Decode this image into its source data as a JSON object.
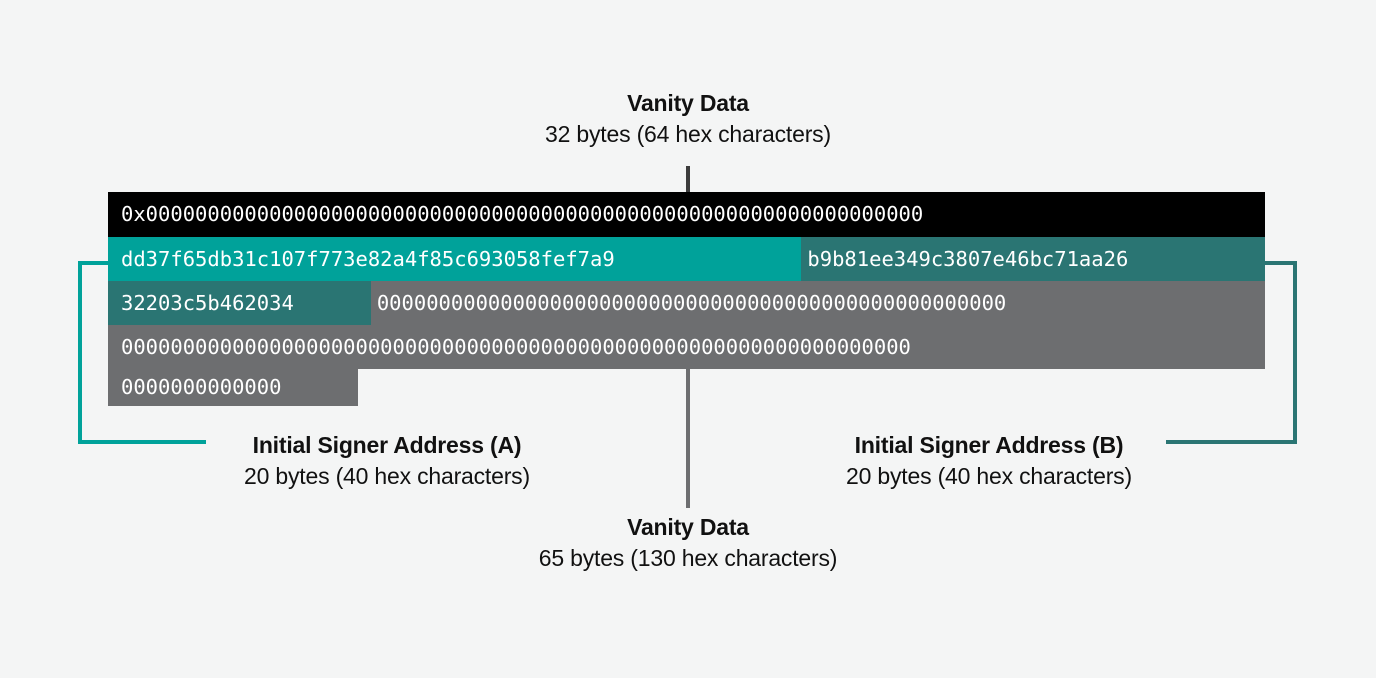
{
  "diagram": {
    "title_top": "Vanity Data",
    "subtitle_top": "32 bytes (64 hex characters)",
    "label_left_title": "Initial Signer Address (A)",
    "label_left_sub": "20 bytes (40 hex characters)",
    "label_right_title": "Initial Signer Address (B)",
    "label_right_sub": "20 bytes (40 hex characters)",
    "title_bottom": "Vanity Data",
    "subtitle_bottom": "65 bytes (130 hex characters)",
    "colors": {
      "background": "#f4f5f5",
      "vanity_top": "#000000",
      "signer_a": "#00a29a",
      "signer_b": "#2a7573",
      "vanity_bottom": "#6d6e70",
      "text": "#111111",
      "hex_text": "#ffffff"
    }
  },
  "hex": {
    "row1": {
      "prefix": "0x",
      "zeros": "000000000000000000000000000000000000000000000000000000000000000",
      "full": "0x000000000000000000000000000000000000000000000000000000000000000"
    },
    "row2": {
      "signer_a": "dd37f65db31c107f773e82a4f85c693058fef7a9",
      "signer_b_part": "b9b81ee349c3807e46bc71aa26"
    },
    "row3": {
      "signer_b_part": "32203c5b462034",
      "zeros": "000000000000000000000000000000000000000000000000000"
    },
    "row4": {
      "zeros": "0000000000000000000000000000000000000000000000000000000000000000"
    },
    "row5": {
      "zeros": "0000000000000"
    }
  }
}
